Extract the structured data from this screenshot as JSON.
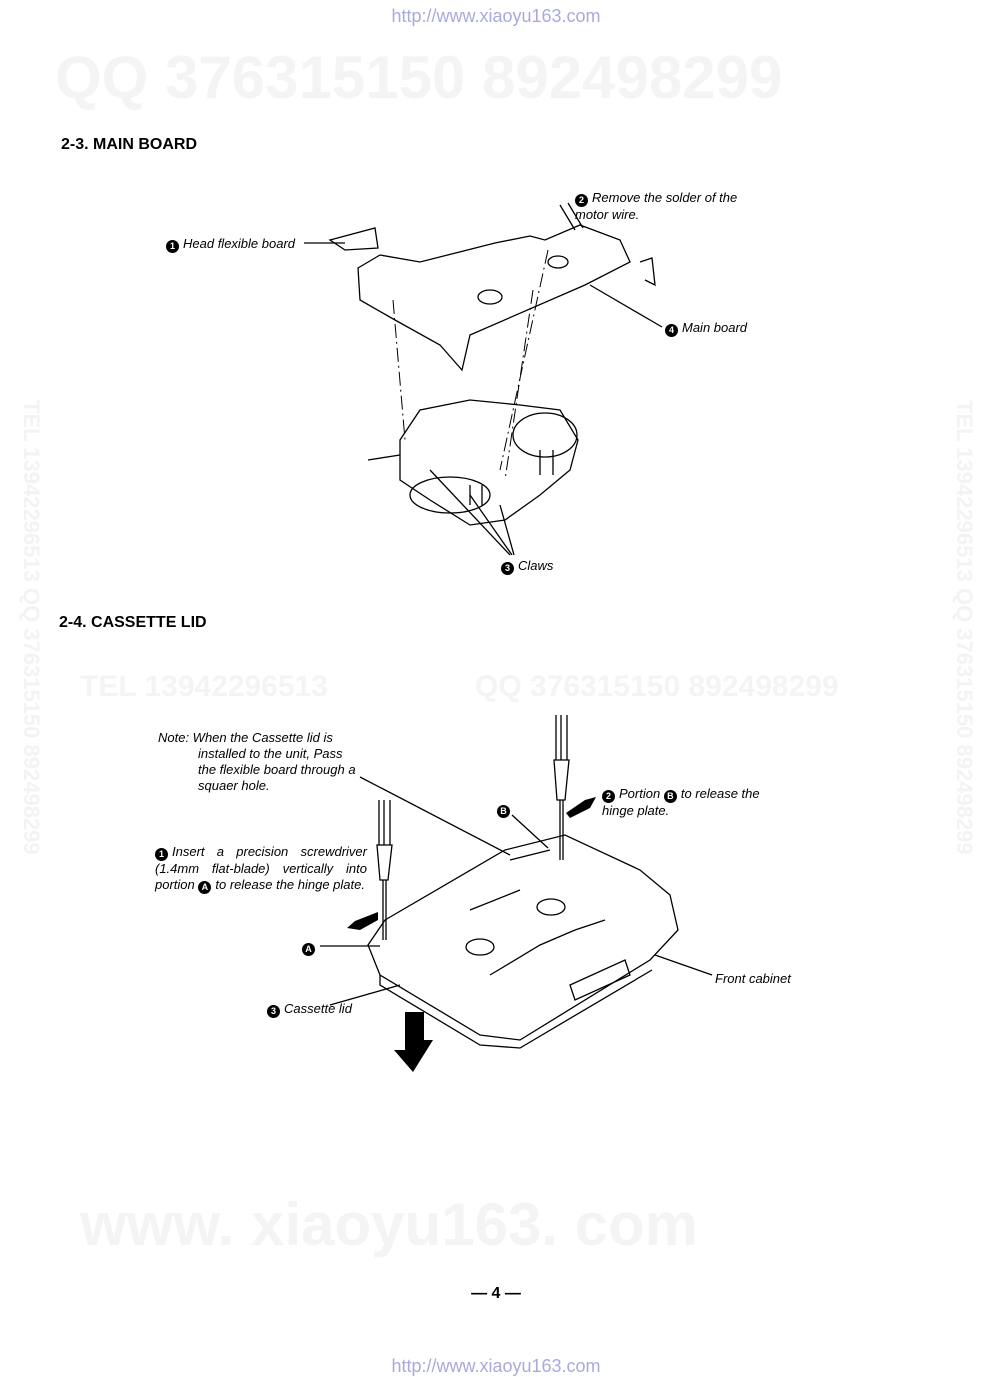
{
  "header_url": "http://www.xiaoyu163.com",
  "footer_url": "http://www.xiaoyu163.com",
  "watermarks": {
    "top": "QQ 376315150   892498299",
    "mid_left": "TEL 13942296513",
    "mid_right": "QQ 376315150 892498299",
    "side": "TEL 13942296513 QQ 376315150 892498299",
    "bottom": "www. xiaoyu163. com"
  },
  "section1": {
    "title": "2-3. MAIN BOARD",
    "labels": [
      {
        "num": "1",
        "text": "Head flexible board"
      },
      {
        "num": "2",
        "text": "Remove the solder of the motor wire."
      },
      {
        "num": "4",
        "text": "Main board"
      },
      {
        "num": "3",
        "text": "Claws"
      }
    ]
  },
  "section2": {
    "title": "2-4. CASSETTE LID",
    "note": "Note: When the Cassette lid is installed to the unit, Pass the flexible board through a squaer hole.",
    "step1": {
      "num": "1",
      "text_a": "Insert a precision screwdriver (1.4mm flat-blade) vertically into portion",
      "marker": "A",
      "text_b": "to release the hinge plate."
    },
    "step2": {
      "num": "2",
      "text_a": "Portion",
      "marker": "B",
      "text_b": "to release the hinge plate."
    },
    "step3": {
      "num": "3",
      "text": "Cassette lid"
    },
    "marker_a": "A",
    "marker_b": "B",
    "front_cabinet": "Front cabinet"
  },
  "page_number": "— 4 —"
}
